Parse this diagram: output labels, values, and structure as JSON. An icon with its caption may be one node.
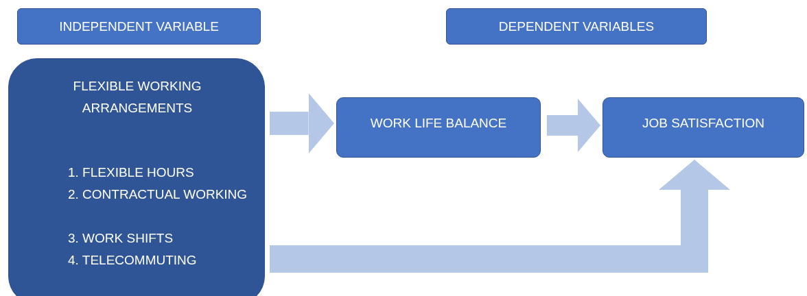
{
  "diagram": {
    "nodes": [
      {
        "text": [
          "INDEPENDENT VARIABLE"
        ]
      },
      {
        "text": [
          "DEPENDENT VARIABLES"
        ]
      },
      {
        "text": [
          "FLEXIBLE WORKING ARRANGEMENTS",
          "1. FLEXIBLE HOURS",
          "2. CONTRACTUAL WORKING",
          "3. WORK SHIFTS",
          "4. TELECOMMUTING"
        ]
      },
      {
        "text": [
          "WORK LIFE BALANCE"
        ]
      },
      {
        "text": [
          "JOB SATISFACTION"
        ]
      }
    ],
    "edges": [
      {
        "from": 2,
        "to": 3,
        "arrow": "to"
      },
      {
        "from": 3,
        "to": 4,
        "arrow": "to"
      },
      {
        "from": 2,
        "to": 4,
        "arrow": "to"
      }
    ]
  }
}
